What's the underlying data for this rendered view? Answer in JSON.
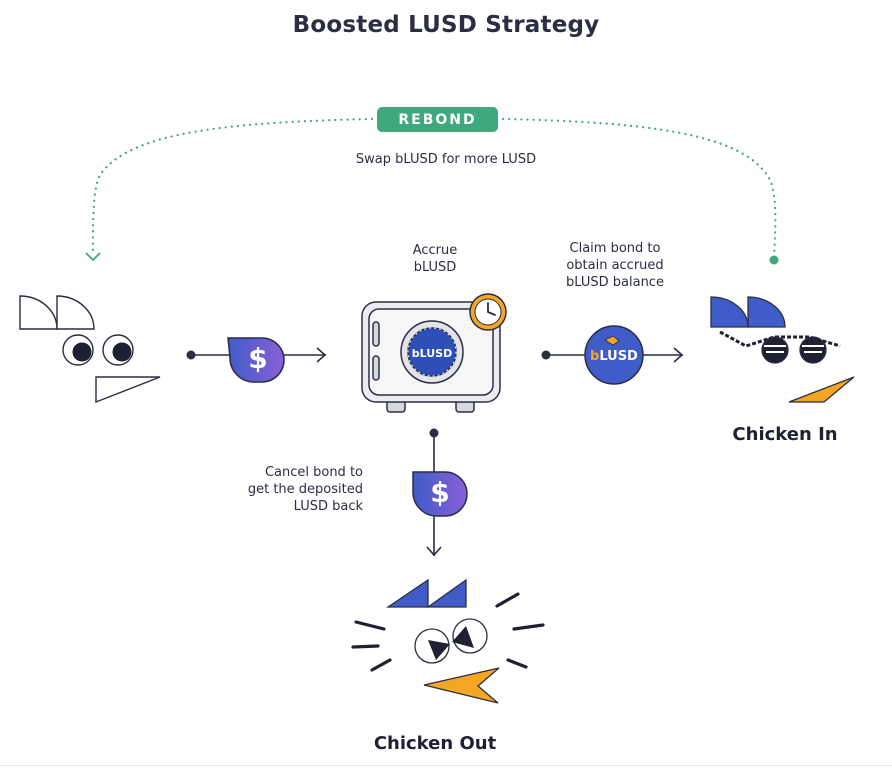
{
  "title": "Boosted LUSD Strategy",
  "rebond": {
    "badge": "REBOND",
    "description": "Swap bLUSD for more LUSD"
  },
  "accrue": {
    "line1": "Accrue",
    "line2": "bLUSD"
  },
  "claim": {
    "line1": "Claim bond to",
    "line2": "obtain accrued",
    "line3": "bLUSD balance"
  },
  "cancel": {
    "line1": "Cancel bond to",
    "line2": "get the deposited",
    "line3": "LUSD back"
  },
  "chicken_in": {
    "label": "Chicken In"
  },
  "chicken_out": {
    "label": "Chicken Out"
  },
  "tokens": {
    "dollar_sign": "$",
    "blusd_text": "bLUSD",
    "blusd_b": "b",
    "blusd_rest": "LUSD"
  },
  "colors": {
    "text": "#2b2e43",
    "rebond_green": "#3fa87c",
    "blue": "#3f5cc9",
    "purple": "#7b5fd6",
    "orange": "#f5a623",
    "vault": "#ececf0"
  }
}
